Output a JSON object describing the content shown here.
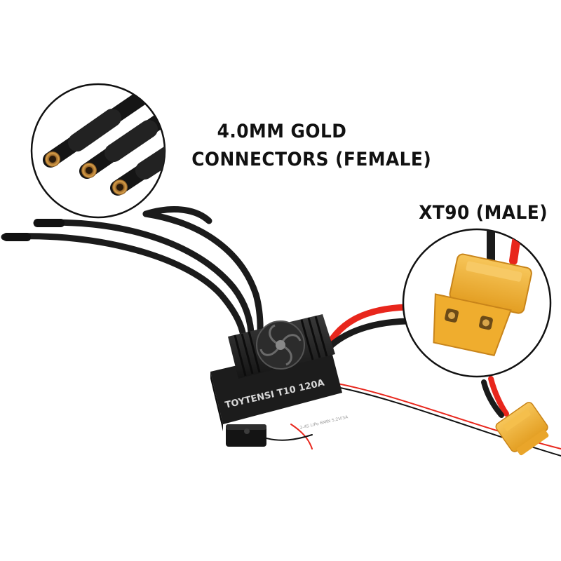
{
  "callouts": {
    "gold_connectors": {
      "line1": "4.0MM GOLD",
      "line2": "CONNECTORS (FEMALE)"
    },
    "xt90": {
      "label": "XT90  (MALE)"
    }
  },
  "esc": {
    "brand_text": "TOYTENSI T10 120A",
    "side_text": "2-4S LiPo 6MIN 5.2V/3A"
  },
  "colors": {
    "background": "#ffffff",
    "wire_black": "#1b1b1b",
    "wire_red": "#e8261c",
    "xt90_yellow": "#f2b233",
    "gold_tip": "#c8882f",
    "esc_body": "#2a2a2a"
  }
}
